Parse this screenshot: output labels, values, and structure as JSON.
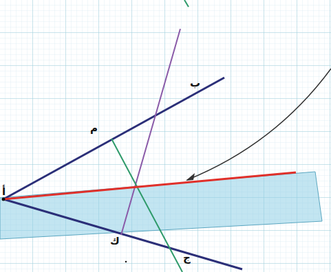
{
  "diagram": {
    "labels": [
      "أ",
      "ب",
      "م",
      "ك",
      "ج"
    ]
  }
}
